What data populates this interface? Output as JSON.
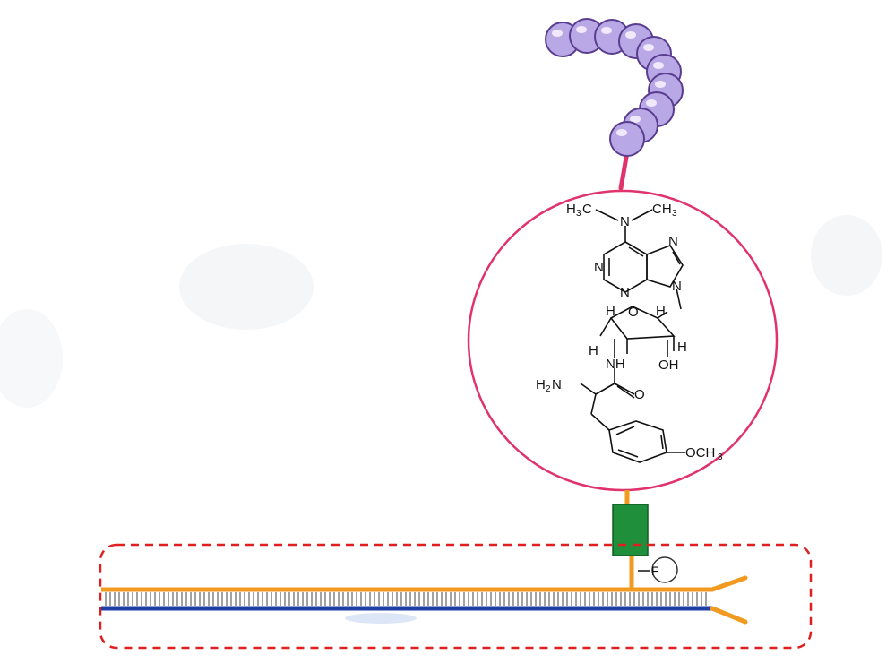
{
  "diagram": {
    "colors": {
      "bead_fill": "#b9a8e6",
      "bead_stroke": "#5a3d8f",
      "tether": "#e0336b",
      "ellipse_stroke": "#e0336b",
      "strand_top": "#f19a1f",
      "strand_bottom": "#1f3fa6",
      "linker_box": "#1f8f3c",
      "dashed_box": "#e02020",
      "rungs": "#8a8a8a",
      "chem_lines": "#111111"
    },
    "chemistry": {
      "dimethyl_left": "H",
      "dimethyl_left_sub": "3",
      "dimethyl_left_c": "C",
      "n_top": "N",
      "dimethyl_right": "CH",
      "dimethyl_right_sub": "3",
      "n_ring1": "N",
      "n_ring2": "N",
      "n_ring3": "N",
      "n_ring4": "N",
      "n_glyco": "N",
      "o_ring": "O",
      "h1": "H",
      "h2": "H",
      "h3": "H",
      "h4": "H",
      "oh": "OH",
      "nh": "NH",
      "nh_h": "H",
      "amine": "H",
      "amine_sub": "2",
      "amine_n": "N",
      "carbonyl_o": "O",
      "methoxy": "OCH",
      "methoxy_sub": "3"
    },
    "fluorophore_label": "F"
  }
}
